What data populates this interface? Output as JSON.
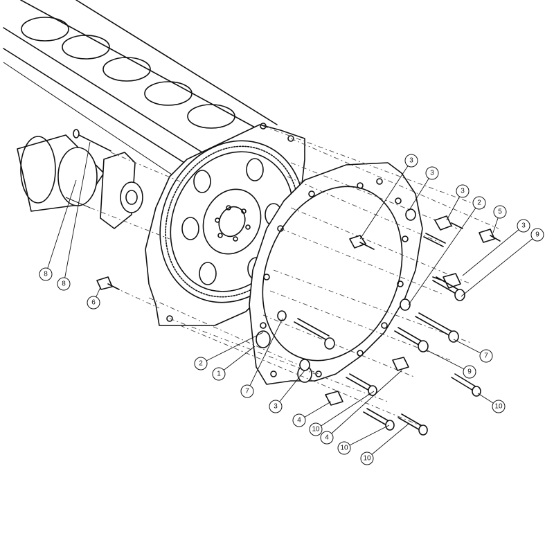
{
  "callouts": [
    {
      "id": "c1",
      "number": "1"
    },
    {
      "id": "c2",
      "number": "2"
    },
    {
      "id": "c3",
      "number": "2"
    },
    {
      "id": "c4",
      "number": "3"
    },
    {
      "id": "c5",
      "number": "3"
    },
    {
      "id": "c6",
      "number": "3"
    },
    {
      "id": "c7",
      "number": "3"
    },
    {
      "id": "c8",
      "number": "3"
    },
    {
      "id": "c9",
      "number": "4"
    },
    {
      "id": "c10",
      "number": "4"
    },
    {
      "id": "c11",
      "number": "5"
    },
    {
      "id": "c12",
      "number": "6"
    },
    {
      "id": "c13",
      "number": "7"
    },
    {
      "id": "c14",
      "number": "7"
    },
    {
      "id": "c15",
      "number": "8"
    },
    {
      "id": "c16",
      "number": "8"
    },
    {
      "id": "c17",
      "number": "9"
    },
    {
      "id": "c18",
      "number": "9"
    },
    {
      "id": "c19",
      "number": "10"
    },
    {
      "id": "c20",
      "number": "10"
    },
    {
      "id": "c21",
      "number": "10"
    },
    {
      "id": "c22",
      "number": "10"
    }
  ]
}
